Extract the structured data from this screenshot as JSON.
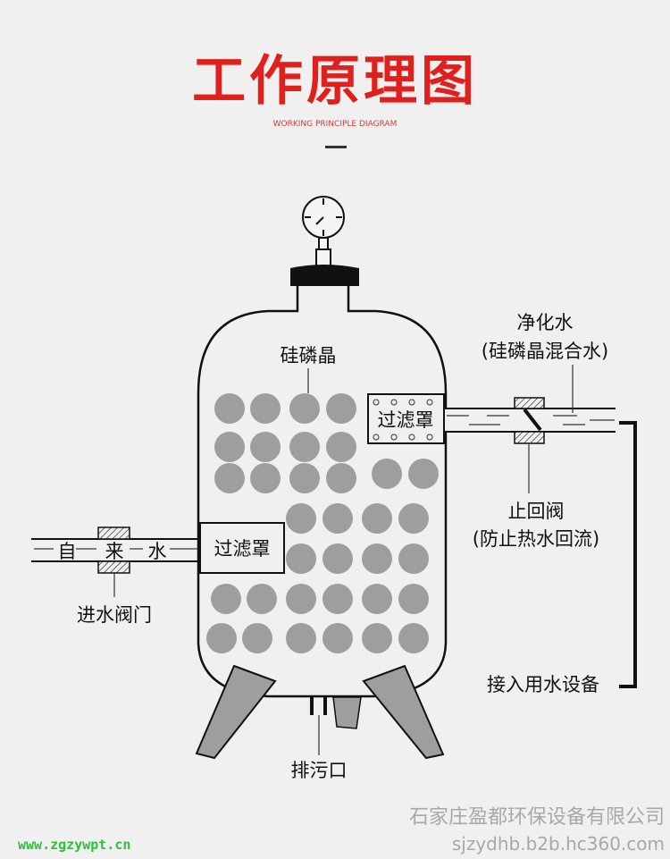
{
  "header": {
    "title": "工作原理图",
    "subtitle": "WORKING PRINCIPLE DIAGRAM"
  },
  "labels": {
    "media": "硅磷晶",
    "filter_right": "过滤罩",
    "filter_left": "过滤罩",
    "inlet_1": "自",
    "inlet_2": "来",
    "inlet_3": "水",
    "inlet_valve": "进水阀门",
    "outlet_1": "净化水",
    "outlet_2": "(硅磷晶混合水)",
    "check_valve_1": "止回阀",
    "check_valve_2": "(防止热水回流)",
    "equipment": "接入用水设备",
    "drain": "排污口"
  },
  "watermark": {
    "company": "石家庄盈都环保设备有限公司",
    "site": "sjzydhb.b2b.hc360.com",
    "overlay": "www.zgzywpt.cn"
  },
  "colors": {
    "title": "#e0201c",
    "ball": "#9e9e9e",
    "background": "#f0f0f0"
  }
}
